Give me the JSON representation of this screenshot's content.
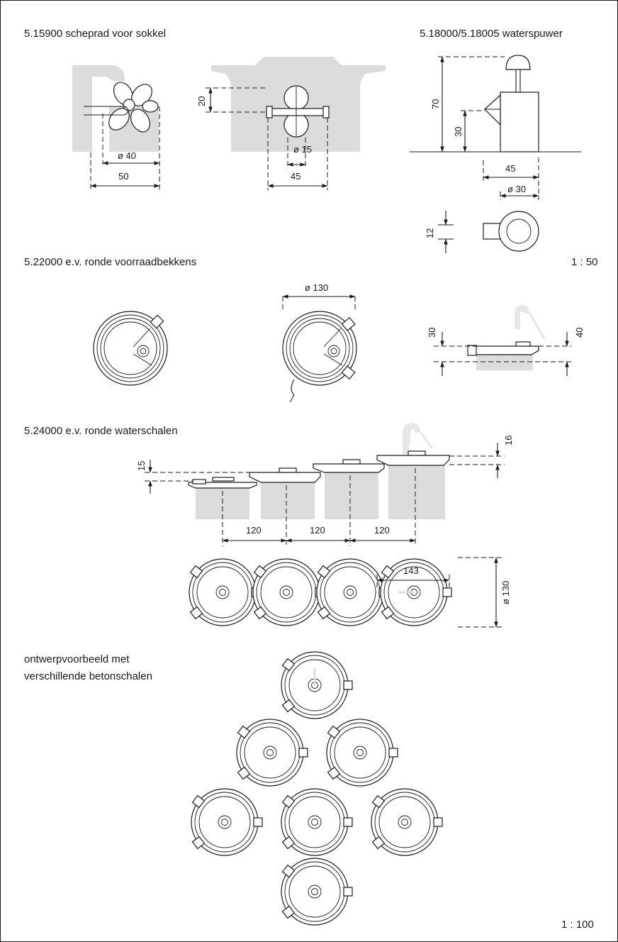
{
  "sections": {
    "paddle_wheel": {
      "title": "5.15900 scheprad voor sokkel",
      "dims": {
        "d40": "ø 40",
        "w50": "50",
        "h20": "20",
        "d15": "ø 15",
        "w45": "45"
      }
    },
    "spout": {
      "title": "5.18000/5.18005 waterspuwer",
      "dims": {
        "h70": "70",
        "h30": "30",
        "w45": "45",
        "d30": "ø 30",
        "h12": "12"
      },
      "scale": "1 : 50"
    },
    "reservoir": {
      "title": "5.22000 e.v. ronde voorraadbekkens",
      "dims": {
        "d130": "ø 130",
        "h30": "30",
        "h40": "40"
      }
    },
    "water_bowls": {
      "title": "5.24000 e.v. ronde waterschalen",
      "dims": {
        "h15": "15",
        "h16": "16",
        "s1": "120",
        "s2": "120",
        "s3": "120",
        "w143": "143",
        "d130": "ø 130"
      }
    },
    "design_example": {
      "title_line1": "ontwerpvoorbeeld met",
      "title_line2": "verschillende betonschalen",
      "scale": "1 : 100"
    }
  }
}
